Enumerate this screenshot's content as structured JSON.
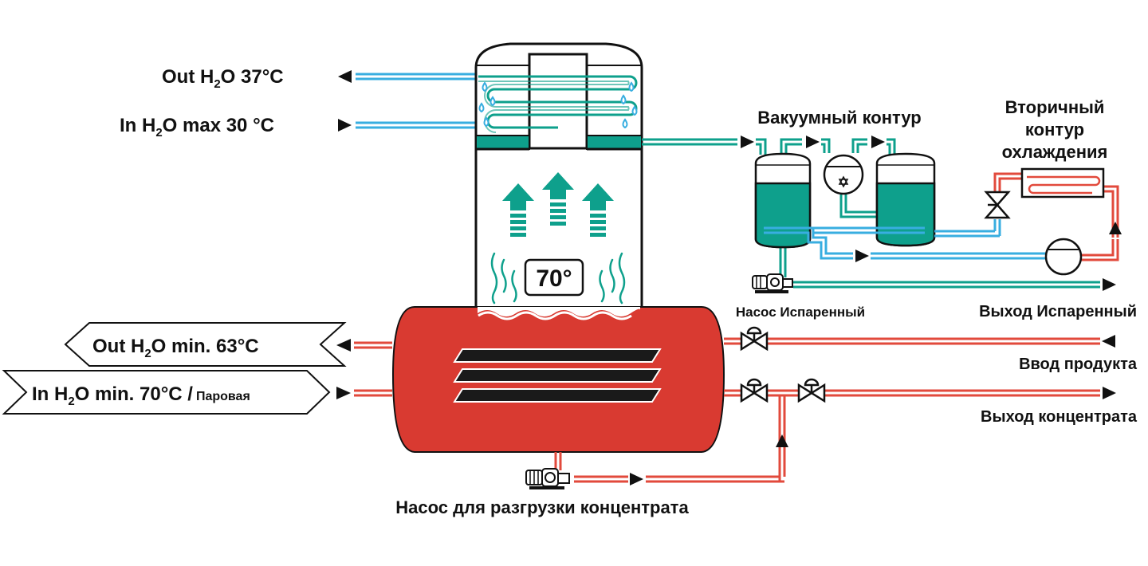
{
  "labels": {
    "cooling_out": {
      "main": "Out  H",
      "sub": "2",
      "rest": "O  37°C"
    },
    "cooling_in": {
      "main": "In  H",
      "sub": "2",
      "rest": "O  max 30 °C"
    },
    "heating_out": {
      "main": "Out  H",
      "sub": "2",
      "rest": "O  min. 63°C"
    },
    "heating_in": {
      "main": "In  H",
      "sub": "2",
      "rest": "O  min. 70°C /",
      "extra": "Паровая"
    },
    "temperature": "70°",
    "vacuum_circuit": "Вакуумный контур",
    "secondary_cooling": [
      "Вторичный",
      "контур",
      "охлаждения"
    ],
    "evaporated_pump": "Насос Испаренный",
    "evaporated_out": "Выход Испаренный",
    "product_in": "Ввод продукта",
    "concentrate_out": "Выход концентрата",
    "concentrate_pump": "Насос для разгрузки концентрата"
  },
  "colors": {
    "hot": "#d93a31",
    "hot_line": "#e24a3c",
    "green": "#0ea08c",
    "blue": "#38aee0",
    "dark": "#1a1a1a"
  }
}
